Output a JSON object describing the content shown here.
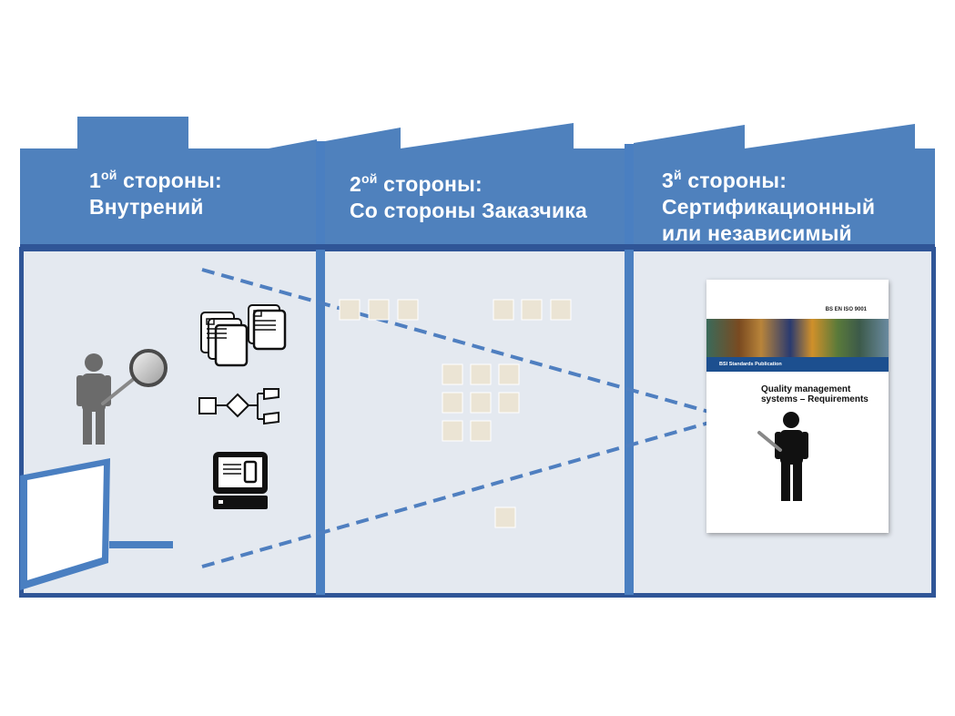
{
  "panels": [
    {
      "number": "1",
      "suffix": "ой",
      "line1_rest": " стороны:",
      "line2": "Внутрений",
      "line3": ""
    },
    {
      "number": "2",
      "suffix": "ой",
      "line1_rest": " стороны:",
      "line2": "Со стороны Заказчика",
      "line3": ""
    },
    {
      "number": "3",
      "suffix": "й",
      "line1_rest": " стороны:",
      "line2": "Сертификационный",
      "line3": "или независимый"
    }
  ],
  "standard_cover": {
    "code": "BS EN ISO 9001",
    "publication": "BSI Standards Publication",
    "title_line1": "Quality management",
    "title_line2": "systems – Requirements"
  },
  "colors": {
    "header_blue": "#4f81bd",
    "frame_blue": "#2f5597",
    "panel_fill": "#e4e9f0",
    "divider_blue": "#4a7fc1",
    "dash_blue": "#4f7fc0",
    "tile": "#ebe4d4",
    "person_gray": "#6b6b6b"
  },
  "icons": [
    "person-gray-icon",
    "magnifier-icon",
    "documents-icon",
    "flowchart-icon",
    "computer-icon",
    "standard-book-icon",
    "person-black-icon"
  ]
}
